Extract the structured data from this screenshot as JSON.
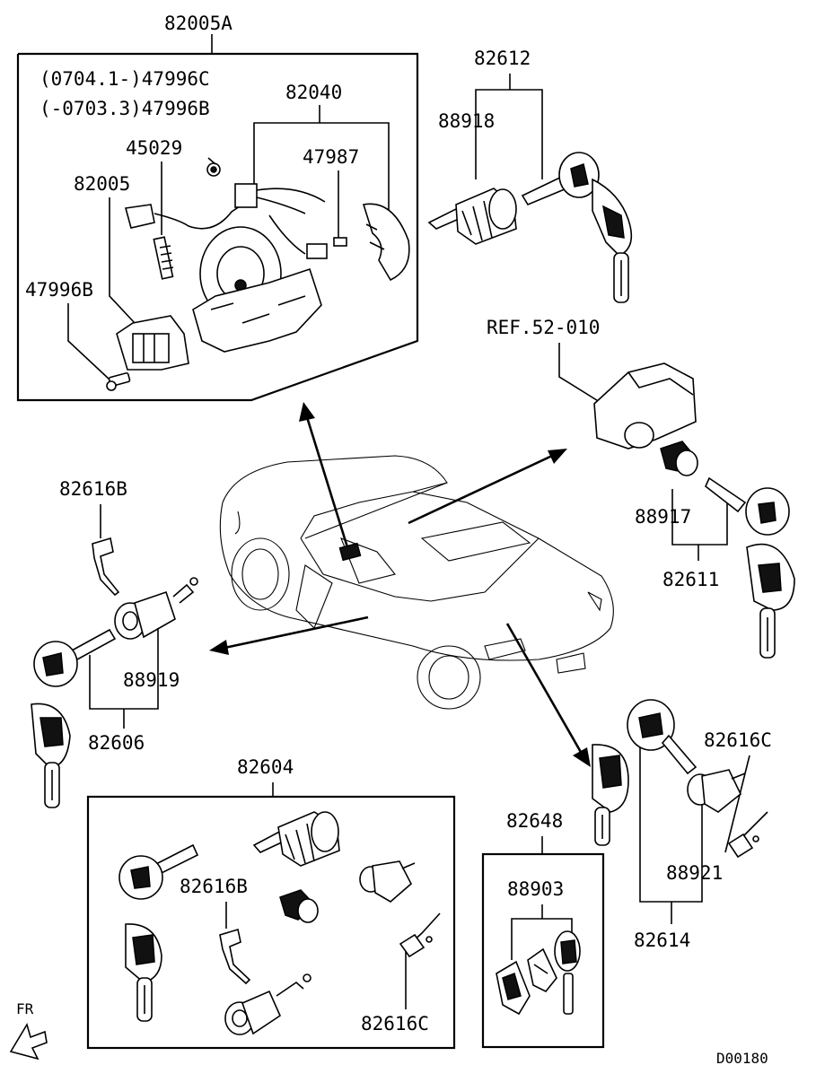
{
  "labels": {
    "assy_main": "82005A",
    "note_1": "(0704.1-)47996C",
    "note_2": "(-0703.3)47996B",
    "p82040": "82040",
    "p45029": "45029",
    "p47987": "47987",
    "p82005": "82005",
    "p47996B": "47996B",
    "p82612": "82612",
    "p88918": "88918",
    "ref": "REF.52-010",
    "p82616B_left": "82616B",
    "p88917": "88917",
    "p82611": "82611",
    "p88919": "88919",
    "p82606": "82606",
    "p82616C_right": "82616C",
    "p82604": "82604",
    "p82648": "82648",
    "p88903": "88903",
    "p88921": "88921",
    "p82614": "82614",
    "p82616B_kit": "82616B",
    "p82616C_kit": "82616C",
    "fr": "FR",
    "diagram_code": "D00180"
  }
}
